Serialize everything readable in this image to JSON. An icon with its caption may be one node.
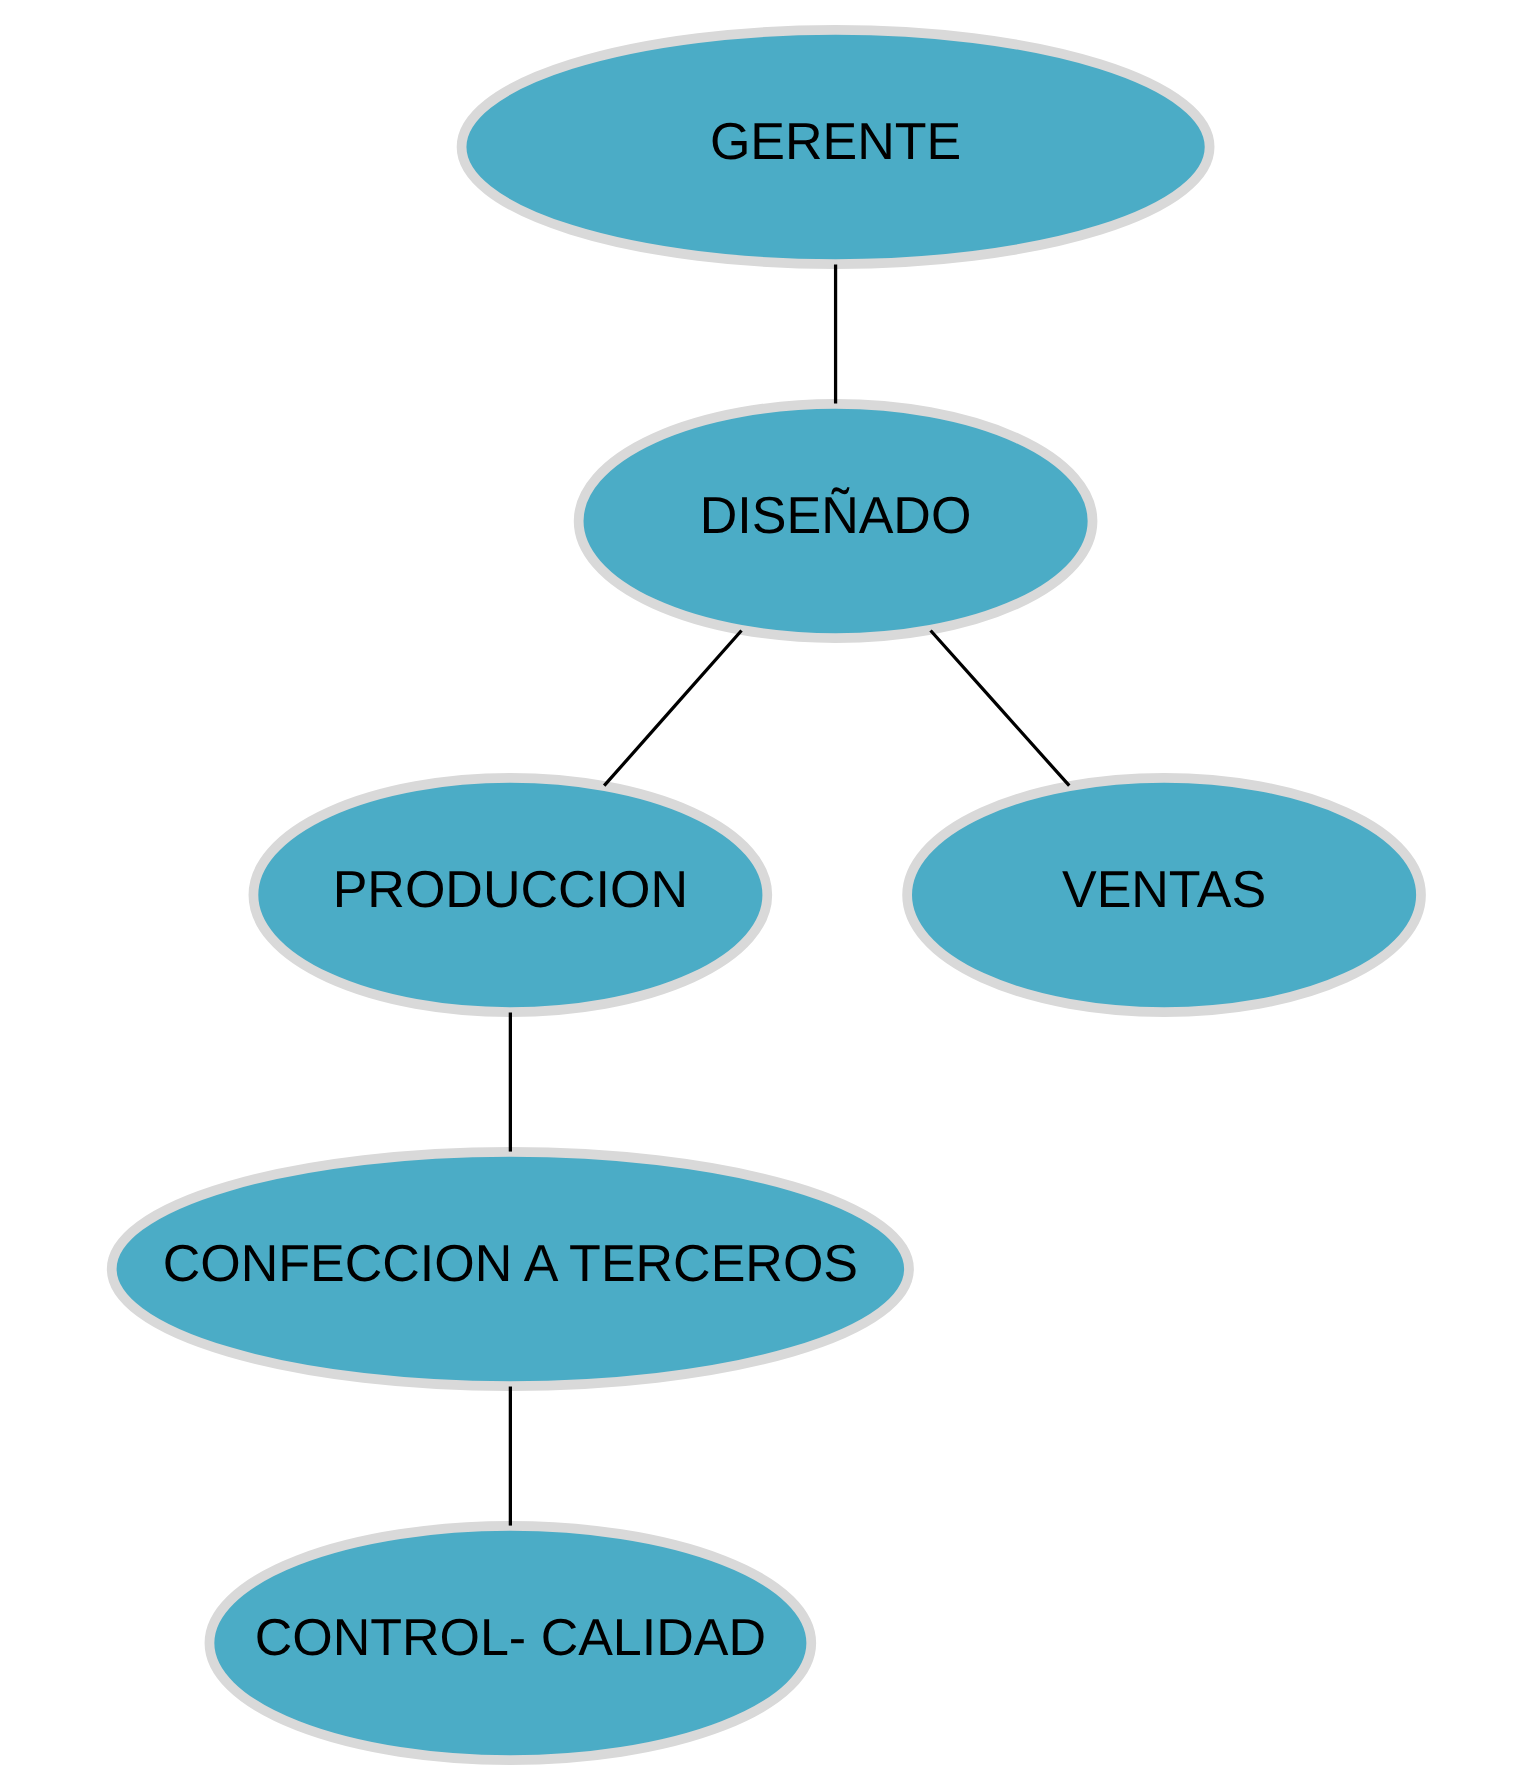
{
  "diagram": {
    "nodes": [
      {
        "text": [
          "GERENTE"
        ]
      },
      {
        "text": [
          "DISEÑADO"
        ]
      },
      {
        "text": [
          "PRODUCCION"
        ]
      },
      {
        "text": [
          "VENTAS"
        ]
      },
      {
        "text": [
          "CONFECCION A TERCEROS"
        ]
      },
      {
        "text": [
          "CONTROL- CALIDAD"
        ]
      }
    ],
    "edges": [
      {
        "from": 0,
        "to": 1,
        "arrow": "none"
      },
      {
        "from": 1,
        "to": 2,
        "arrow": "none"
      },
      {
        "from": 1,
        "to": 3,
        "arrow": "none"
      },
      {
        "from": 2,
        "to": 4,
        "arrow": "none"
      },
      {
        "from": 4,
        "to": 5,
        "arrow": "none"
      }
    ]
  }
}
